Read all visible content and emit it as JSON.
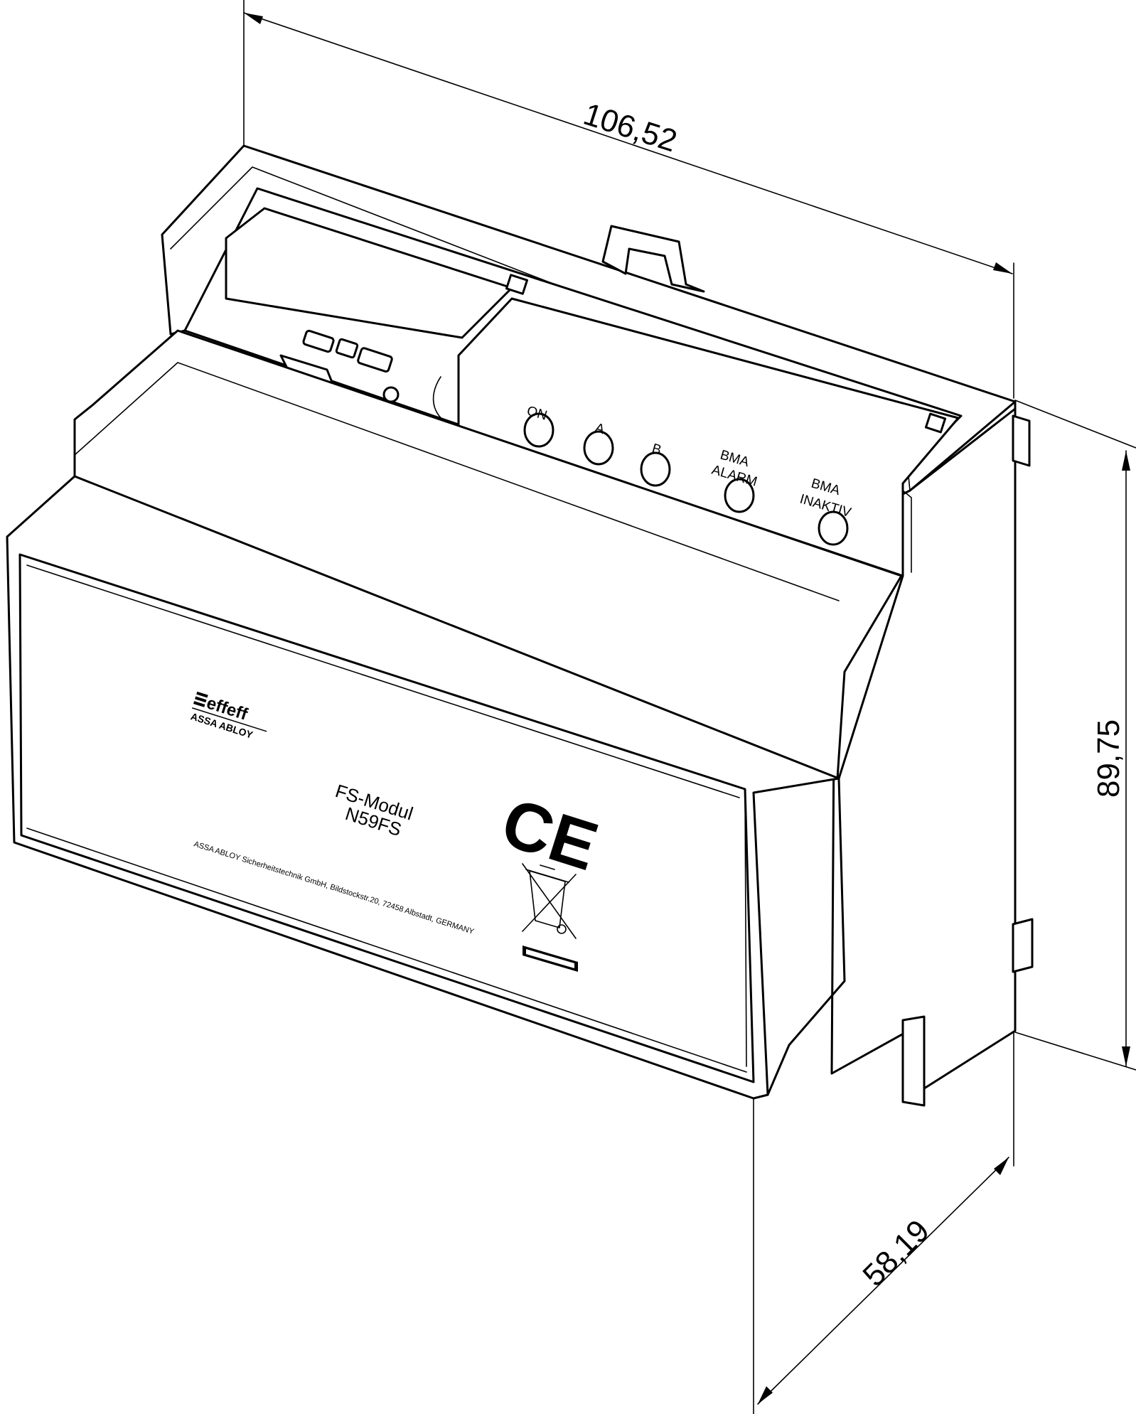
{
  "dimensions": {
    "width": "106,52",
    "height": "89,75",
    "depth": "58,19"
  },
  "leds": [
    {
      "id": "on",
      "lines": [
        "ON"
      ]
    },
    {
      "id": "a",
      "lines": [
        "A"
      ]
    },
    {
      "id": "b",
      "lines": [
        "B"
      ]
    },
    {
      "id": "bma-alarm",
      "lines": [
        "BMA",
        "ALARM"
      ]
    },
    {
      "id": "bma-inaktiv",
      "lines": [
        "BMA",
        "INAKTIV"
      ]
    }
  ],
  "logo": {
    "brand": "effeff",
    "group": "ASSA ABLOY"
  },
  "label": {
    "line1": "FS-Modul",
    "line2": "N59FS",
    "address": "ASSA ABLOY Sicherheitstechnik GmbH, Bildstockstr.20, 72458 Albstadt, GERMANY",
    "ce_mark": "CE"
  },
  "icons": {
    "weee": "crossed-out-wheelie-bin-icon"
  }
}
